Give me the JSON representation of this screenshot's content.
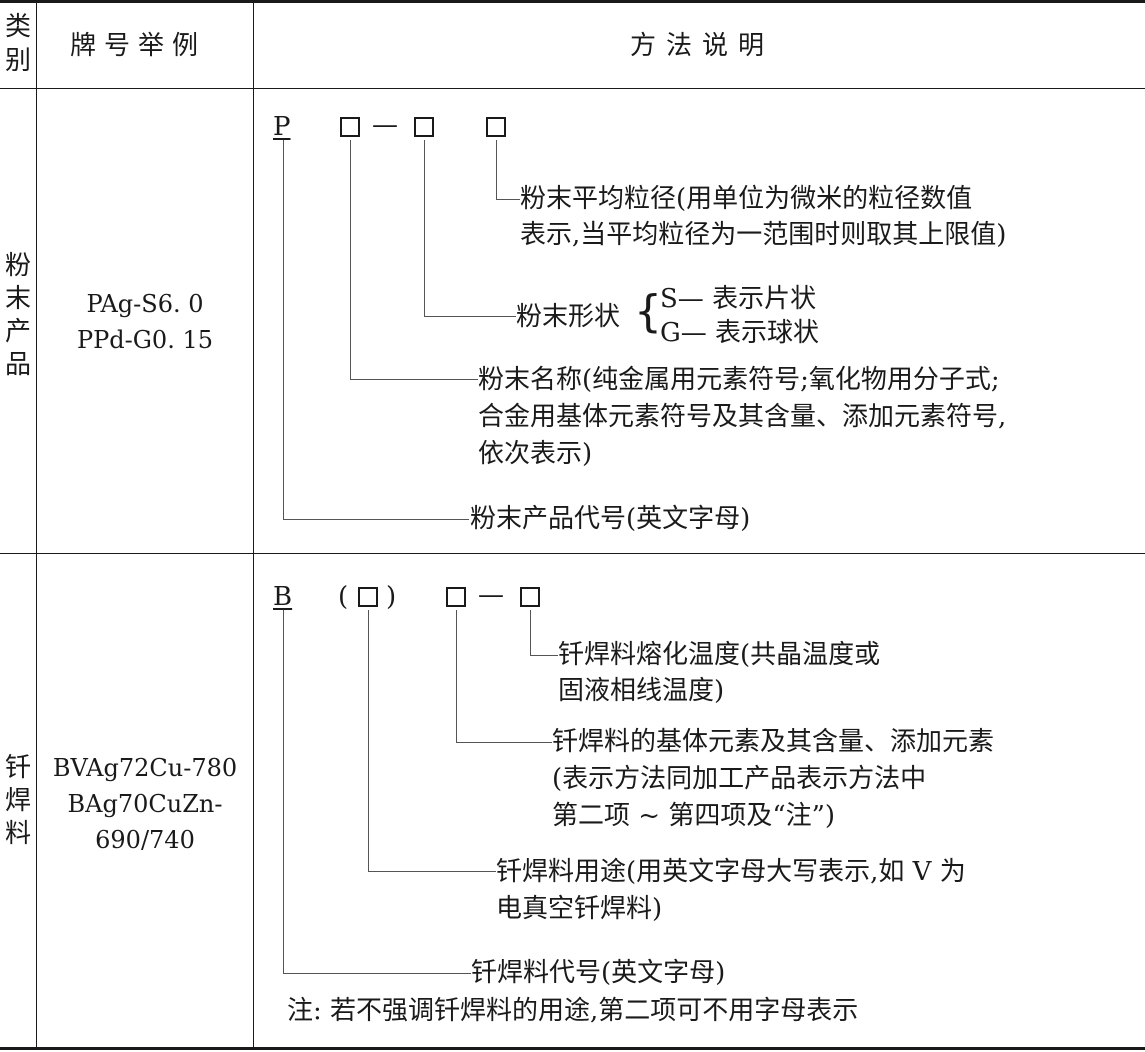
{
  "header": {
    "category": "类别",
    "example": "牌号举例",
    "method": "方法说明"
  },
  "rows": [
    {
      "category": "粉末产品",
      "examples": [
        "PAg-S6. 0",
        "PPd-G0. 15"
      ],
      "code_letter": "P",
      "dash": "—",
      "items": {
        "particle_size": [
          "粉末平均粒径(用单位为微米的粒径数值",
          "表示,当平均粒径为一范围时则取其上限值)"
        ],
        "shape_label": "粉末形状",
        "shape_s": "S— 表示片状",
        "shape_g": "G— 表示球状",
        "name": [
          "粉末名称(纯金属用元素符号;氧化物用分子式;",
          "合金用基体元素符号及其含量、添加元素符号,",
          "依次表示)"
        ],
        "code": "粉末产品代号(英文字母)"
      }
    },
    {
      "category": "钎焊料",
      "examples": [
        "BVAg72Cu-780",
        "BAg70CuZn-",
        "690/740"
      ],
      "code_letter": "B",
      "paren_open": "(",
      "paren_close": ")",
      "dash": "—",
      "items": {
        "melting": [
          "钎焊料熔化温度(共晶温度或",
          "固液相线温度)"
        ],
        "base": [
          "钎焊料的基体元素及其含量、添加元素",
          "(表示方法同加工产品表示方法中",
          "第二项 ~ 第四项及“注”)"
        ],
        "usage": [
          "钎焊料用途(用英文字母大写表示,如 V 为",
          "电真空钎焊料)"
        ],
        "code": "钎焊料代号(英文字母)",
        "note": "注: 若不强调钎焊料的用途,第二项可不用字母表示"
      }
    }
  ]
}
